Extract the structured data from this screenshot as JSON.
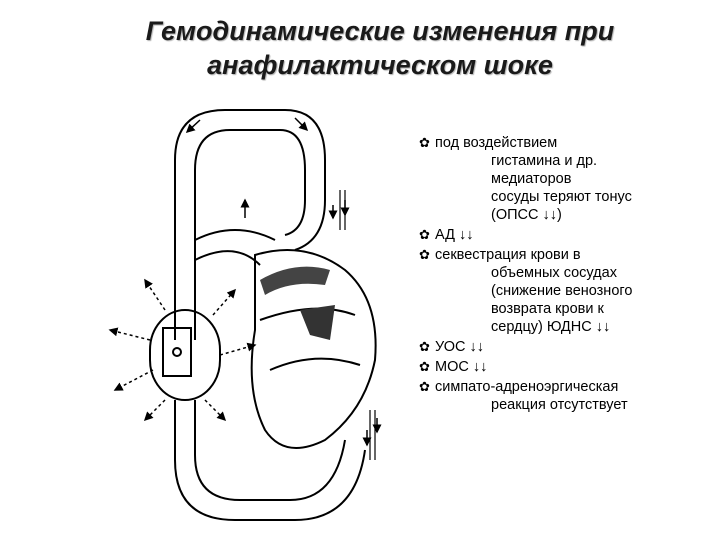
{
  "title": {
    "line1": "Гемодинамические изменения при",
    "line2": "анафилактическом шоке"
  },
  "bullet_glyph": "✿",
  "bullets": [
    {
      "first": "под воздействием",
      "cont": [
        "гистамина и др.",
        "медиаторов",
        "сосуды теряют тонус",
        "(ОПСС ↓↓)"
      ]
    },
    {
      "first": "АД ↓↓",
      "cont": []
    },
    {
      "first": "секвестрация крови в",
      "cont": [
        "объемных сосудах",
        "(снижение венозного",
        "возврата крови к",
        "сердцу) ЮДНС ↓↓"
      ]
    },
    {
      "first": "УОС ↓↓",
      "cont": []
    },
    {
      "first": "МОС ↓↓",
      "cont": []
    },
    {
      "first": "симпато-адреноэргическая",
      "cont": [
        "реакция  отсутствует"
      ]
    }
  ]
}
